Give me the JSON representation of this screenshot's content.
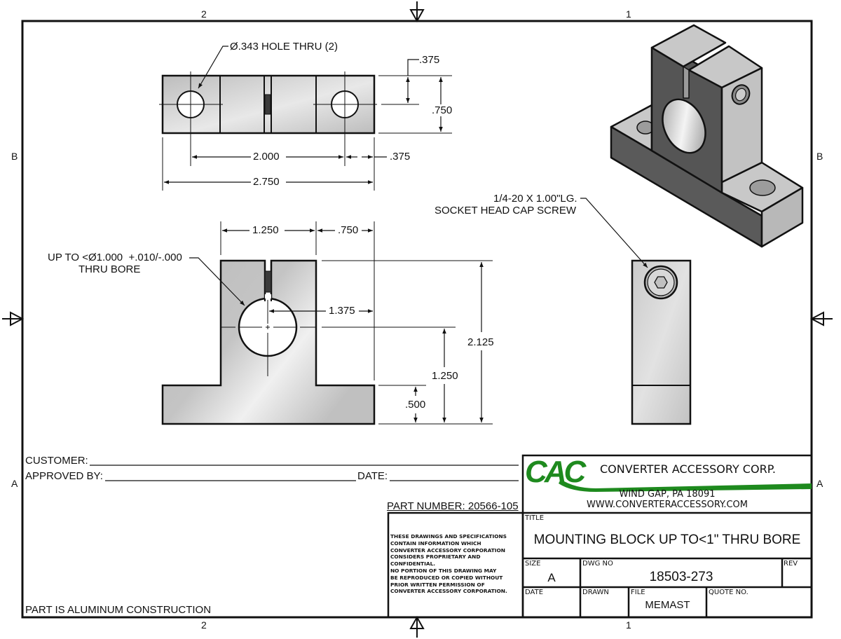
{
  "sheet": {
    "zones_top": [
      "2",
      "1"
    ],
    "zones_bottom": [
      "2",
      "1"
    ],
    "zones_left": [
      "B",
      "A"
    ],
    "zones_right": [
      "B",
      "A"
    ]
  },
  "top_view": {
    "callout": "Ø.343 HOLE THRU (2)",
    "dims": {
      "hole_offset_v": ".375",
      "height": ".750",
      "hole_spacing": "2.000",
      "hole_edge": ".375",
      "overall_length": "2.750"
    }
  },
  "front_view": {
    "callout_line1": "UP TO <Ø1.000  +.010/-.000",
    "callout_line2": "THRU BORE",
    "dims": {
      "upright_width": "1.250",
      "flange_right": ".750",
      "bore_to_edge": "1.375",
      "overall_height": "2.125",
      "bore_center_height": "1.250",
      "base_thickness": ".500"
    }
  },
  "side_view": {
    "callout_line1": "1/4-20 X 1.00\"LG.",
    "callout_line2": "SOCKET HEAD CAP SCREW"
  },
  "form": {
    "customer_label": "CUSTOMER:",
    "approved_label": "APPROVED BY:",
    "date_label": "DATE:",
    "part_number": "PART NUMBER: 20566-105",
    "material_note": "PART IS ALUMINUM CONSTRUCTION"
  },
  "title_block": {
    "logo_text": "CAC",
    "company": "CONVERTER ACCESSORY CORP.",
    "address": "WIND GAP, PA 18091",
    "website": "WWW.CONVERTERACCESSORY.COM",
    "proprietary_notice": "THESE DRAWINGS AND SPECIFICATIONS\nCONTAIN INFORMATION WHICH\nCONVERTER ACCESSORY CORPORATION\nCONSIDERS PROPRIETARY AND\nCONFIDENTIAL.\nNO PORTION OF THIS DRAWING MAY\nBE REPRODUCED OR COPIED WITHOUT\nPRIOR WRITTEN PERMISSION OF\nCONVERTER ACCESSORY CORPORATION.",
    "title_label": "TITLE",
    "title": "MOUNTING BLOCK UP TO<1\" THRU BORE",
    "size_label": "SIZE",
    "size": "A",
    "dwg_label": "DWG NO",
    "dwg_no": "18503-273",
    "rev_label": "REV",
    "date_label": "DATE",
    "drawn_label": "DRAWN",
    "file_label": "FILE",
    "file": "MEMAST",
    "quote_label": "QUOTE NO."
  },
  "colors": {
    "brand_green": "#1e8a1e",
    "part_gray": "#c4c4c4",
    "iso_dark": "#555555"
  }
}
